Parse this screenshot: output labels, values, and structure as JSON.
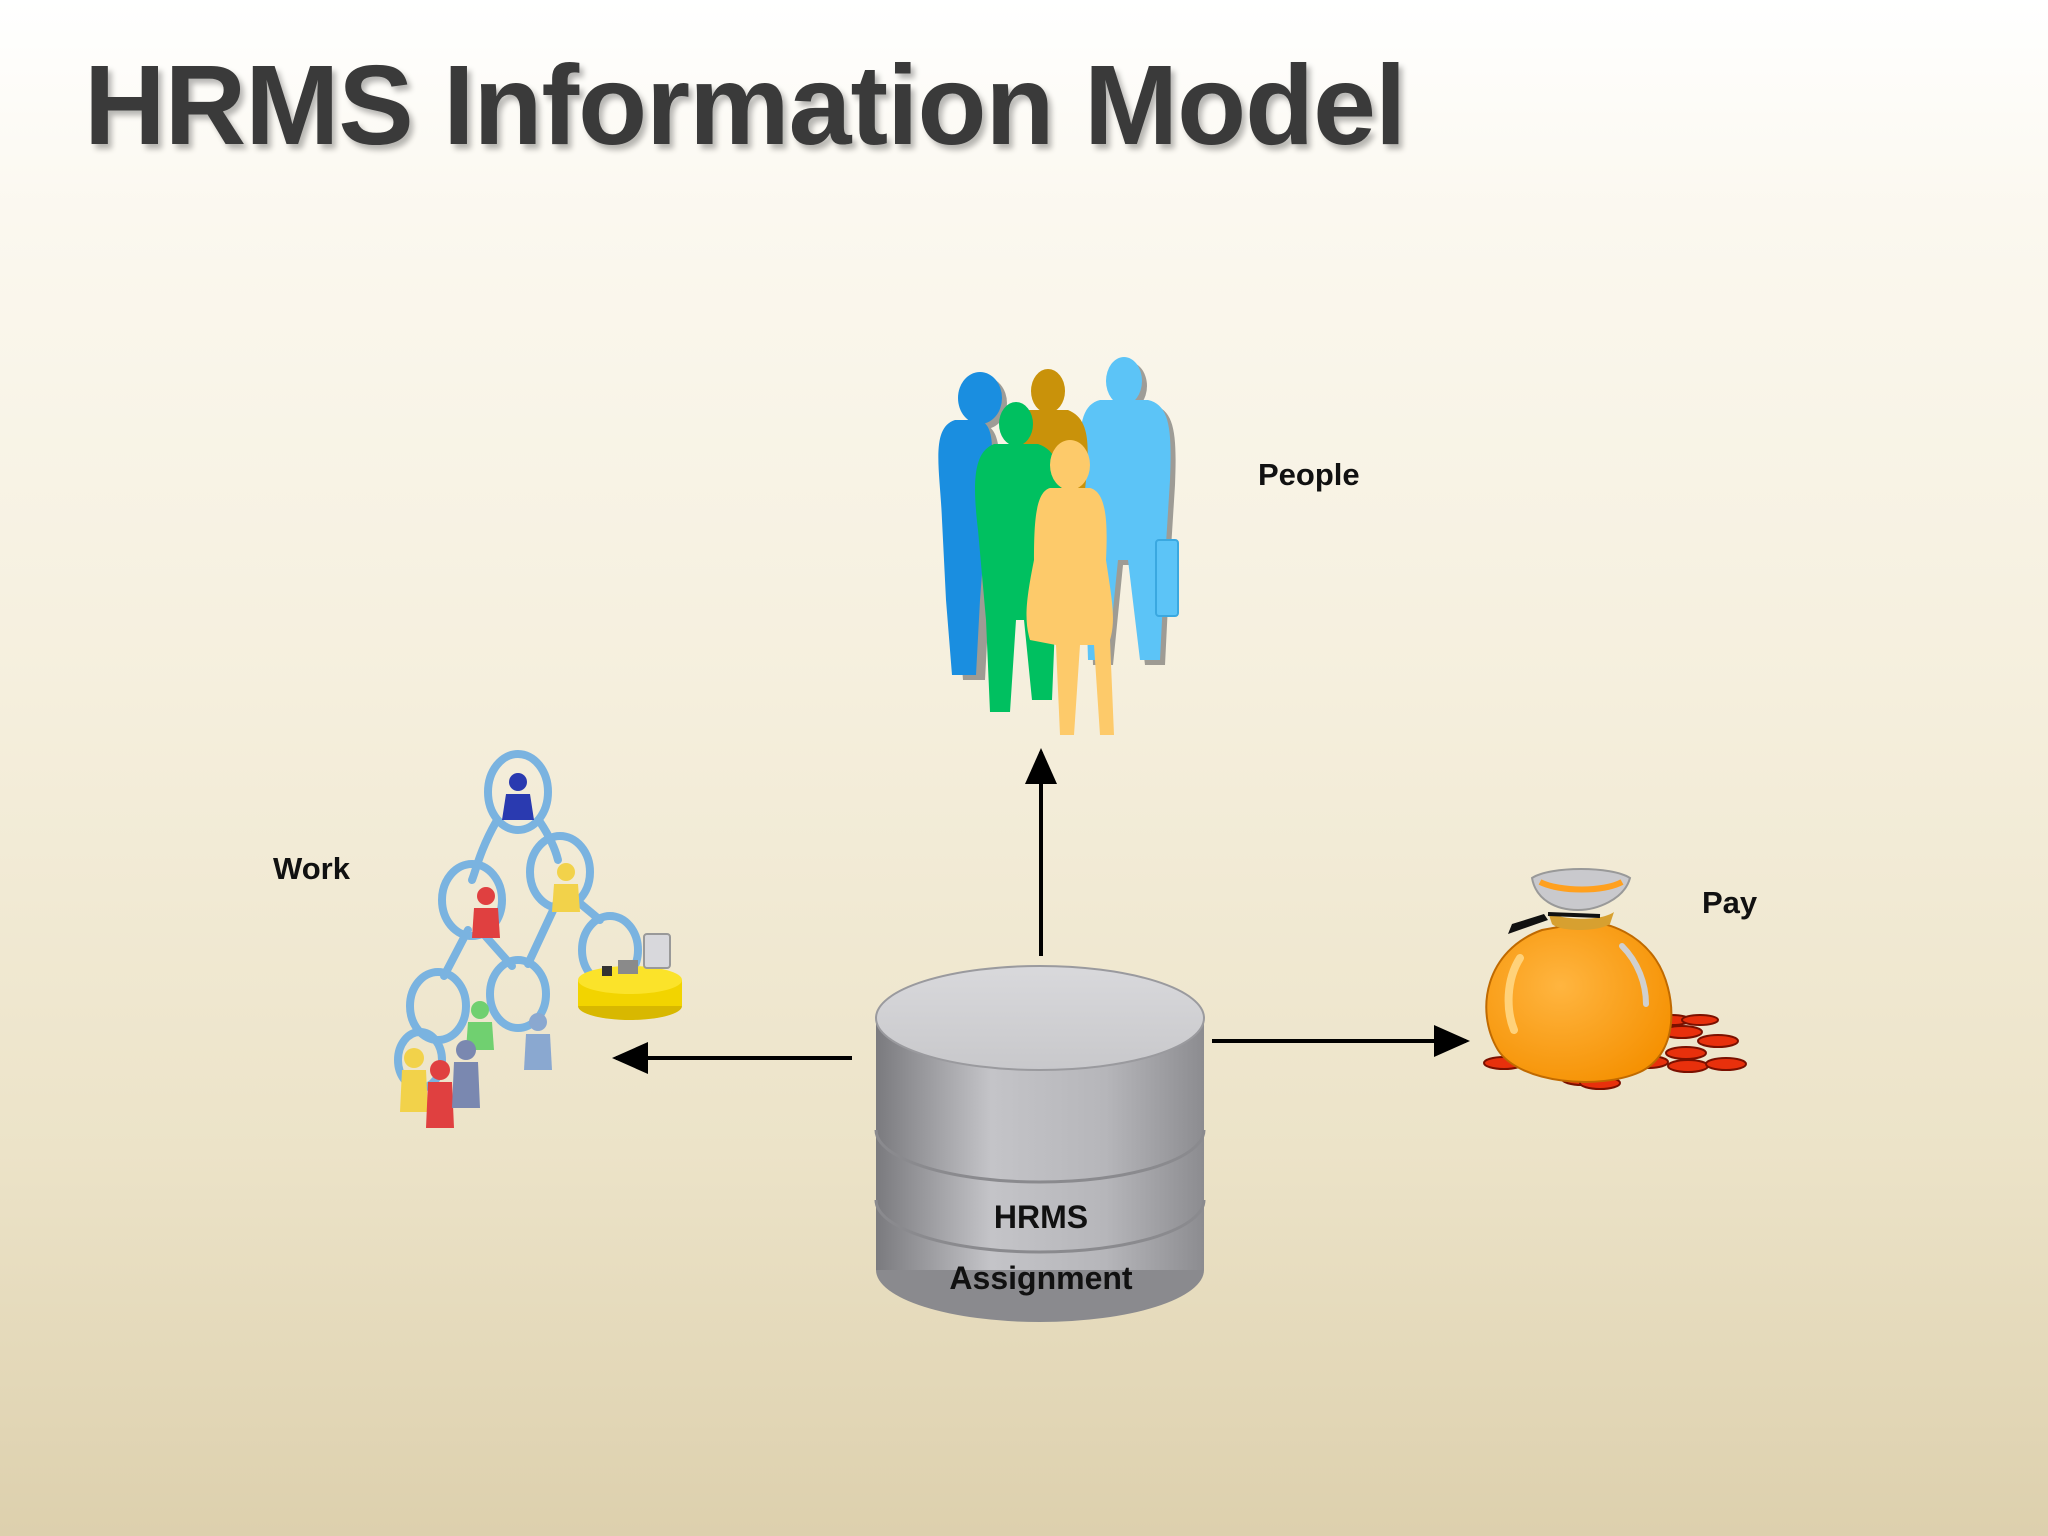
{
  "title": "HRMS Information Model",
  "nodes": {
    "people": {
      "label": "People",
      "icon": "people-group-icon"
    },
    "work": {
      "label": "Work",
      "icon": "organization-hierarchy-icon"
    },
    "pay": {
      "label": "Pay",
      "icon": "money-bag-icon"
    },
    "center": {
      "line1": "HRMS",
      "line2": "Assignment",
      "icon": "database-cylinder-icon"
    }
  },
  "edges": [
    {
      "from": "center",
      "to": "people"
    },
    {
      "from": "center",
      "to": "work"
    },
    {
      "from": "center",
      "to": "pay"
    }
  ],
  "colors": {
    "title": "#3a3a3a",
    "person_blue": "#1a8ee0",
    "person_gold": "#c9920a",
    "person_skyblue": "#5cc4f7",
    "person_green": "#00c060",
    "person_tan": "#fdca6a",
    "bag_orange": "#ffa01e",
    "coin_red": "#e8300c",
    "cylinder_gray": "#b8b8bc"
  }
}
